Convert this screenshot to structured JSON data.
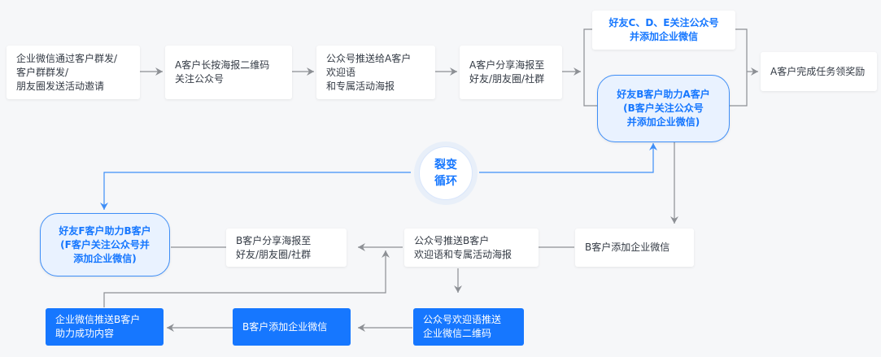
{
  "diagram": {
    "nodes": {
      "step1": "企业微信通过客户群发/\n客户群群发/\n朋友圈发送活动邀请",
      "step2": "A客户长按海报二维码\n关注公众号",
      "step3": "公众号推送给A客户\n欢迎语\n和专属活动海报",
      "step4": "A客户分享海报至\n好友/朋友圈/社群",
      "friends_cde": "好友C、D、E关注公众号\n并添加企业微信",
      "friend_b_help": "好友B客户助力A客户\n(B客户关注公众号\n并添加企业微信)",
      "reward": "A客户完成任务领奖励",
      "b_add_wecom": "B客户添加企业微信",
      "oa_push_b": "公众号推送B客户\n欢迎语和专属活动海报",
      "b_share": "B客户分享海报至\n好友/朋友圈/社群",
      "friend_f_help": "好友F客户助力B客户\n(F客户关注公众号并\n添加企业微信)",
      "oa_welcome_qr": "公众号欢迎语推送\n企业微信二维码",
      "b_add_wecom_2": "B客户添加企业微信",
      "wecom_push_b": "企业微信推送B客户\n助力成功内容"
    },
    "cycle_label": "裂变\n循环"
  },
  "colors": {
    "accent": "#1677ff",
    "line": "#8c8f94",
    "node_bg": "#ffffff",
    "pill_bg": "#e9f2ff"
  }
}
